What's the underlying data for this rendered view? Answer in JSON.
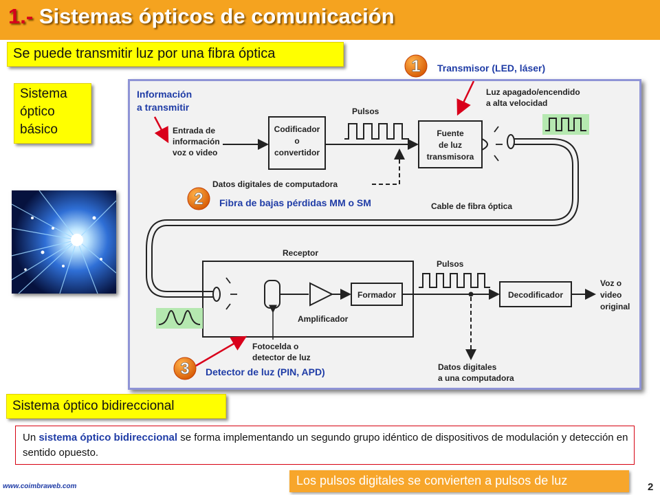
{
  "header": {
    "title_number": "1.-",
    "title": "Sistemas ópticos de comunicación"
  },
  "subtitle": "Se puede transmitir luz por una fibra óptica",
  "left_panel": {
    "basic_system": "Sistema\nóptico\nbásico",
    "photo": "optical-fibers-photo",
    "bidirectional": "Sistema óptico bidireccional"
  },
  "diagram": {
    "badges": {
      "one": "1",
      "two": "2",
      "three": "3"
    },
    "annotations": {
      "transmitter": "Transmisor (LED, láser)",
      "info_line1": "Información",
      "info_line2": "a transmitir",
      "fiber": "Fibra de bajas pérdidas MM o SM",
      "detector": "Detector de luz (PIN, APD)"
    },
    "labels": {
      "input_line1": "Entrada de",
      "input_line2": "información",
      "input_line3": "voz o video",
      "encoder_line1": "Codificador",
      "encoder_line2": "o",
      "encoder_line3": "convertidor",
      "pulses_top": "Pulsos",
      "source_line1": "Fuente",
      "source_line2": "de luz",
      "source_line3": "transmisora",
      "light_line1": "Luz apagado/encendido",
      "light_line2": "a alta velocidad",
      "digital_data_in": "Datos digitales de computadora",
      "cable": "Cable de fibra óptica",
      "receiver": "Receptor",
      "pulses_bottom": "Pulsos",
      "shaper": "Formador",
      "amplifier": "Amplificador",
      "decoder": "Decodificador",
      "output_line1": "Voz o",
      "output_line2": "video",
      "output_line3": "original",
      "photocell_line1": "Fotocelda o",
      "photocell_line2": "detector de luz",
      "digital_out_line1": "Datos digitales",
      "digital_out_line2": "a una computadora"
    }
  },
  "description": {
    "pre": "Un ",
    "bold": "sistema óptico bidireccional",
    "post": " se forma implementando un segundo grupo idéntico de dispositivos de modulación y detección en sentido opuesto."
  },
  "bottom_note": "Los pulsos digitales se convierten a pulsos de luz",
  "footer": {
    "url": "www.coimbraweb.com",
    "page": "2"
  },
  "colors": {
    "title_bar": "#f5a31f",
    "title_number": "#d6001c",
    "highlight": "#ffff00",
    "annotation_blue": "#1f3ca6",
    "arrow_red": "#d9001b",
    "frame": "#8f94d6",
    "pulse_green": "#b5e8b0"
  }
}
